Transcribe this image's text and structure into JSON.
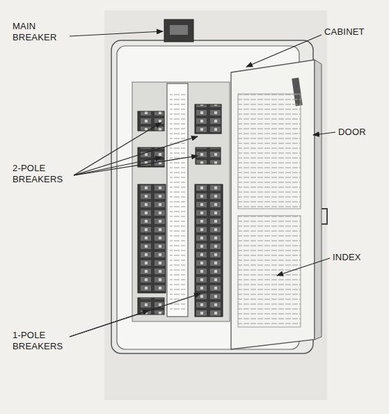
{
  "diagram": {
    "labels": [
      "MAIN BREAKER",
      "CABINET",
      "DOOR",
      "2-POLE BREAKERS",
      "INDEX",
      "1-POLE BREAKERS"
    ]
  }
}
